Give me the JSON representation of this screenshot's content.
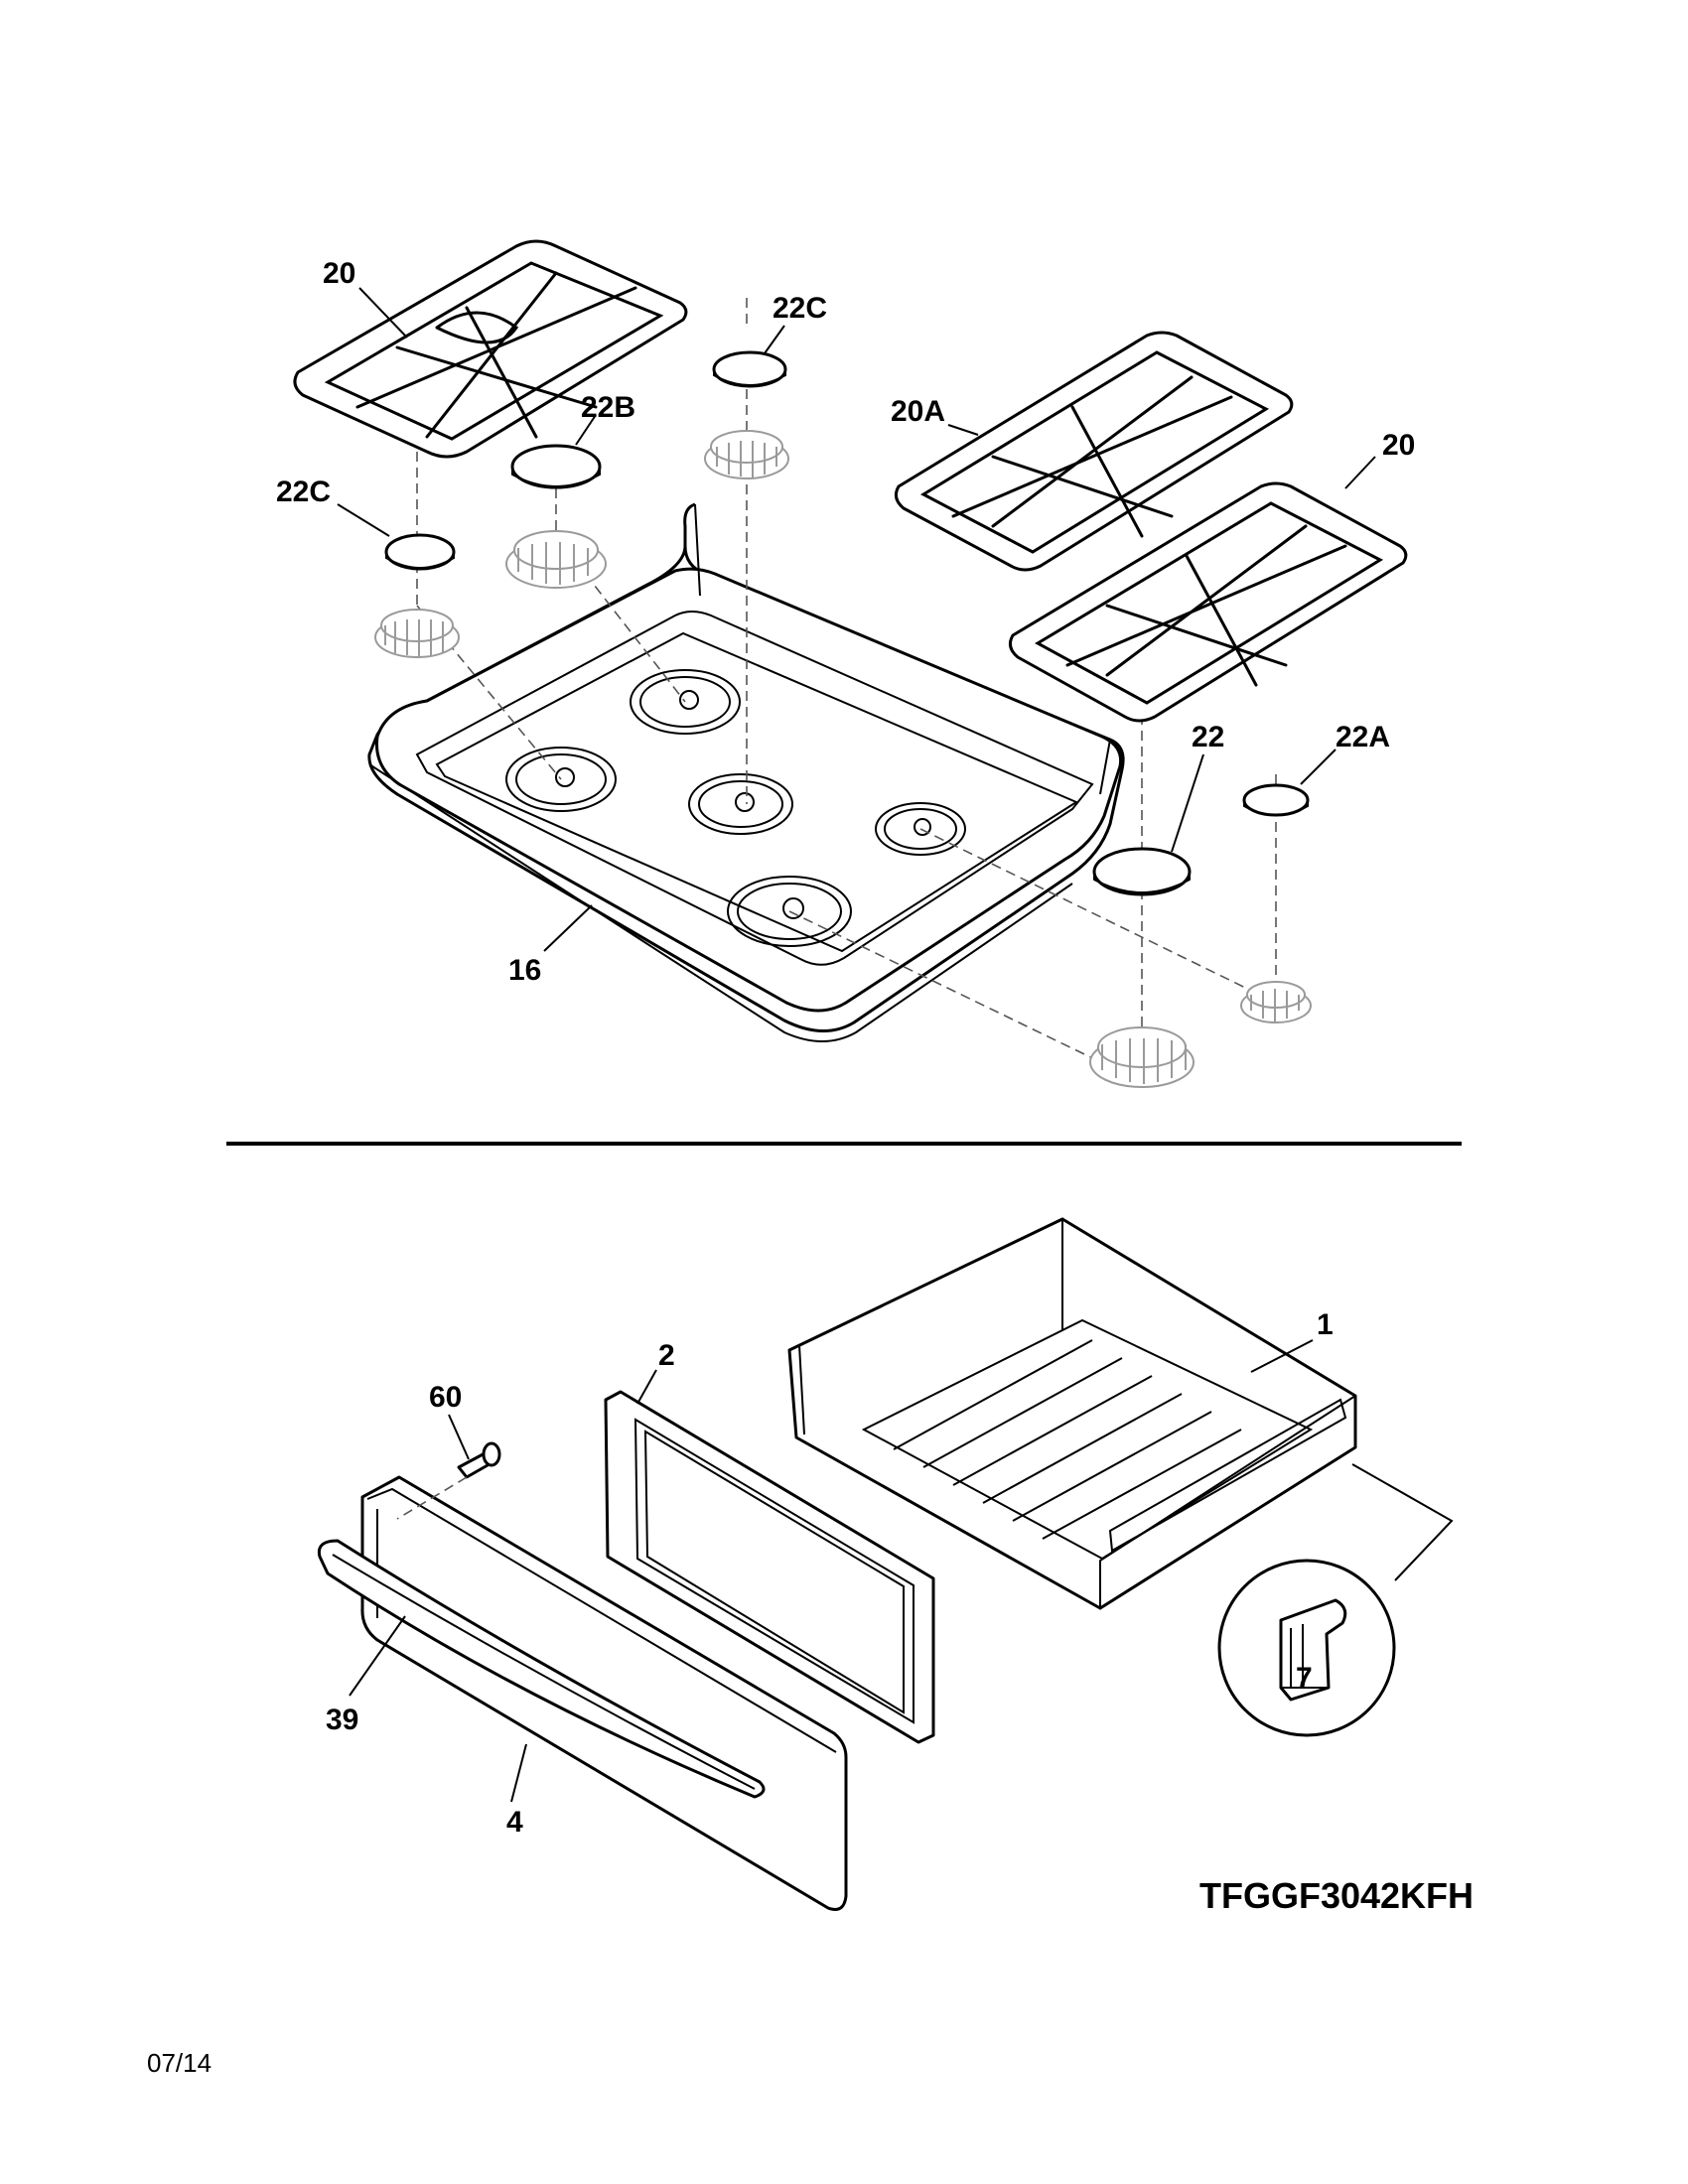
{
  "callouts": {
    "grate_left_top": "20",
    "grate_right_rear": "20A",
    "grate_right_front": "20",
    "cap_large_left": "22B",
    "cap_small_center": "22C",
    "cap_small_left": "22C",
    "cap_large_right": "22",
    "cap_small_right": "22A",
    "cooktop": "16",
    "drawer_body": "1",
    "drawer_panel": "2",
    "screw": "60",
    "handle": "39",
    "drawer_front": "4",
    "clip": "7"
  },
  "model_number": "TFGGF3042KFH",
  "revision_date": "07/14"
}
